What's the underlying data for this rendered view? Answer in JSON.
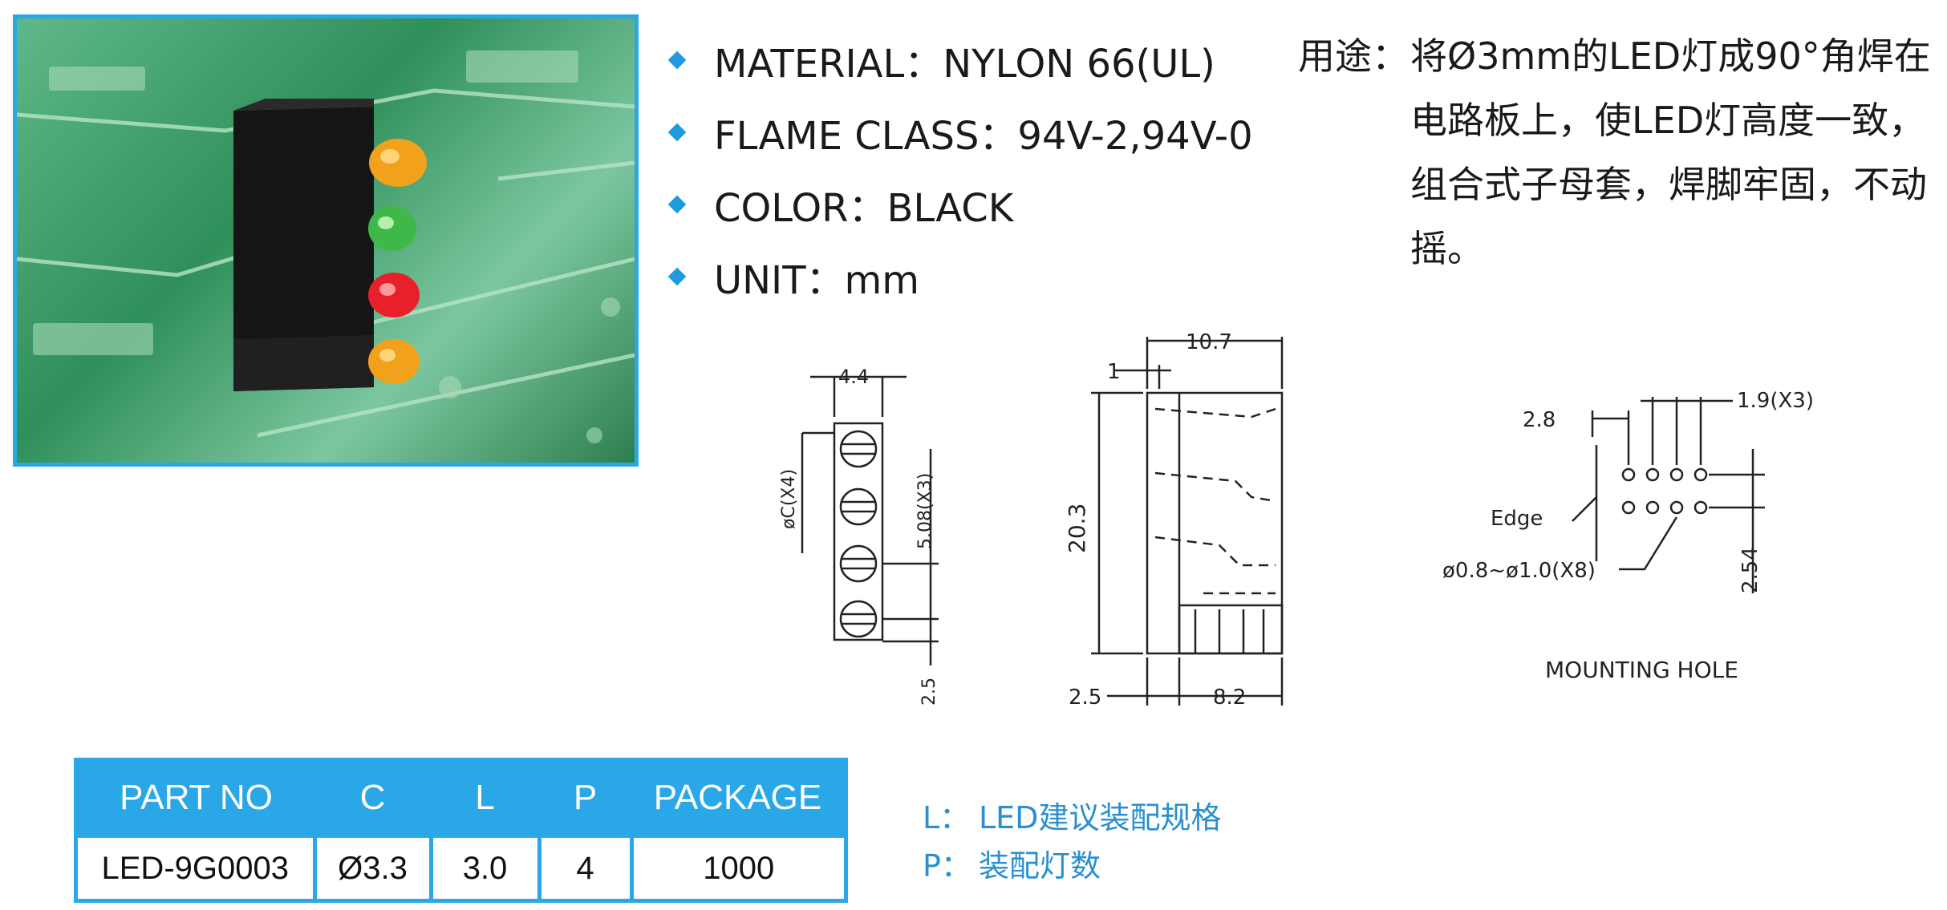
{
  "specs": [
    {
      "label": "MATERIAL：NYLON 66(UL)"
    },
    {
      "label": "FLAME CLASS：94V-2,94V-0"
    },
    {
      "label": "COLOR：BLACK"
    },
    {
      "label": "UNIT：mm"
    }
  ],
  "usage": {
    "label": "用途：",
    "text": "将Ø3mm的LED灯成90°角焊在电路板上，使LED灯高度一致，组合式子母套，焊脚牢固，不动摇。"
  },
  "drawing": {
    "side": {
      "top_dim": "4.4",
      "dia": "øC(X4)",
      "pitch": "5.08(X3)",
      "bottom_dim": "2.5"
    },
    "front": {
      "top_dim": "10.7",
      "left_small": "1",
      "height": "20.3",
      "bottom_left": "2.5",
      "bottom_right": "8.2"
    },
    "hole": {
      "d1": "2.8",
      "d2": "1.9(X3)",
      "edge": "Edge",
      "dia": "ø0.8~ø1.0(X8)",
      "d3": "2.54",
      "title": "MOUNTING  HOLE"
    }
  },
  "table": {
    "headers": [
      "PART NO",
      "C",
      "L",
      "P",
      "PACKAGE"
    ],
    "row": [
      "LED-9G0003",
      "Ø3.3",
      "3.0",
      "4",
      "1000"
    ]
  },
  "notes": [
    {
      "key": "L：",
      "text": "LED建议装配规格"
    },
    {
      "key": "P：",
      "text": "装配灯数"
    }
  ],
  "colors": {
    "accent": "#2aa7e6",
    "led_yellow": "#f2a11c",
    "led_green": "#3fb84a",
    "led_red": "#e8202a"
  }
}
